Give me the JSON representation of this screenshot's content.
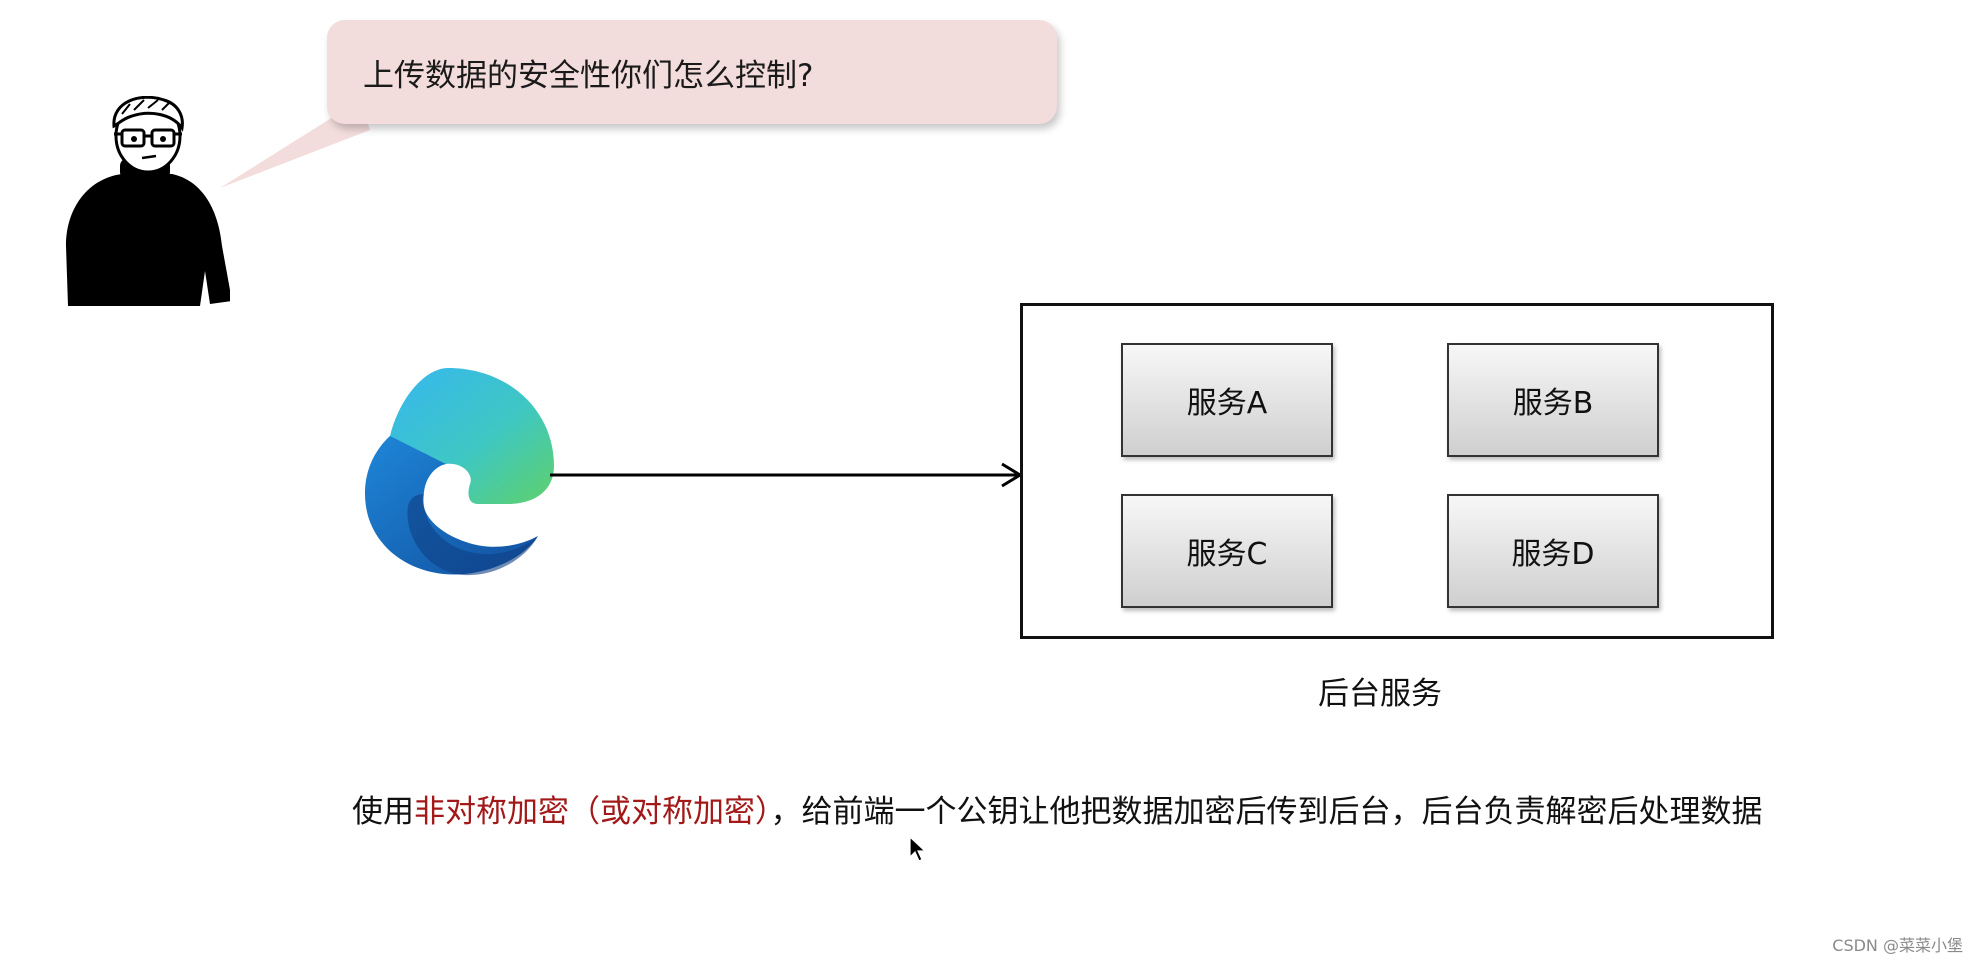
{
  "speech_bubble": {
    "text": "上传数据的安全性你们怎么控制?"
  },
  "backend": {
    "label": "后台服务",
    "services": [
      "服务A",
      "服务B",
      "服务C",
      "服务D"
    ]
  },
  "explanation": {
    "prefix": "使用",
    "highlight": "非对称加密（或对称加密）",
    "suffix": "，给前端一个公钥让他把数据加密后传到后台，后台负责解密后处理数据"
  },
  "watermark": "CSDN @菜菜小堡",
  "colors": {
    "bubble": "#f3dcdc",
    "highlight": "#a31818",
    "logo_blue": "#1e6fcf",
    "logo_green": "#5fd16a"
  },
  "icons": {
    "person": "person-with-glasses-icon",
    "browser": "edge-browser-logo-icon",
    "cursor": "mouse-cursor-icon"
  }
}
